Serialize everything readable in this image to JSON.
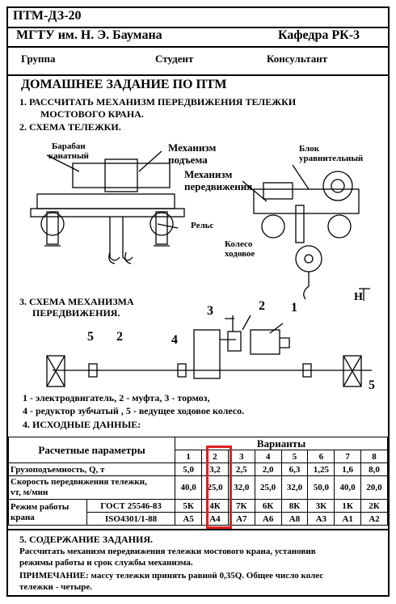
{
  "header": {
    "code": "ПТМ-ДЗ-20",
    "university": "МГТУ им. Н. Э. Баумана",
    "department": "Кафедра РК-3",
    "group_label": "Группа",
    "student_label": "Студент",
    "consultant_label": "Консультант"
  },
  "title": "ДОМАШНЕЕ ЗАДАНИЕ ПО ПТМ",
  "task": {
    "line1": "1. РАССЧИТАТЬ  МЕХАНИЗМ  ПЕРЕДВИЖЕНИЯ ТЕЛЕЖКИ",
    "line2": "МОСТОВОГО  КРАНА.",
    "scheme_title": "2. СХЕМА ТЕЛЕЖКИ."
  },
  "trolley_labels": {
    "drum_1": "Барабан",
    "drum_2": "канатный",
    "lift_1": "Механизм",
    "lift_2": "подъема",
    "travel_1": "Механизм",
    "travel_2": "передвижения",
    "block_1": "Блок",
    "block_2": "уравнительный",
    "rail": "Рельс",
    "wheel_1": "Колесо",
    "wheel_2": "ходовое",
    "height": "H"
  },
  "mechanism": {
    "title_1": "3. СХЕМА МЕХАНИЗМА",
    "title_2": "ПЕРЕДВИЖЕНИЯ.",
    "n1": "1",
    "n2": "2",
    "n3": "3",
    "n4": "4",
    "n5": "5",
    "legend_1": "1 - электродвигатель, 2 - муфта,  3 - тормоз,",
    "legend_2": "4 - редуктор зубчатый ,  5 - ведущее ходовое колесо."
  },
  "initial_data_title": "4. ИСХОДНЫЕ ДАННЫЕ:",
  "table": {
    "param_header": "Расчетные параметры",
    "variants_header": "Варианты",
    "variants": [
      "1",
      "2",
      "3",
      "4",
      "5",
      "6",
      "7",
      "8"
    ],
    "load_label": "Грузоподъемность, Q, т",
    "load": [
      "5,0",
      "3,2",
      "2,5",
      "2,0",
      "6,3",
      "1,25",
      "1,6",
      "8,0"
    ],
    "speed_label_1": "Скорость передвижения тележки,",
    "speed_label_2": "vт, м/мин",
    "speed": [
      "40,0",
      "25,0",
      "32,0",
      "25,0",
      "32,0",
      "50,0",
      "40,0",
      "20,0"
    ],
    "mode_label_1": "Режим работы",
    "mode_label_2": "крана",
    "gost_label": "ГОСТ 25546-83",
    "iso_label": "ISO4301/1-88",
    "gost": [
      "5К",
      "4К",
      "7К",
      "6К",
      "8К",
      "3К",
      "1К",
      "2К"
    ],
    "iso": [
      "А5",
      "А4",
      "А7",
      "А6",
      "А8",
      "А3",
      "А1",
      "А2"
    ]
  },
  "content": {
    "title": "5. СОДЕРЖАНИЕ ЗАДАНИЯ.",
    "text_1": "Рассчитать механизм передвижения тележки мостового крана, установив",
    "text_2": "режимы работы и срок службы механизма.",
    "note_1": "ПРИМЕЧАНИЕ:  массу тележки принять равной 0,35Q. Общее число колес",
    "note_2": "тележки - четыре."
  },
  "highlight_color": "#e02020"
}
